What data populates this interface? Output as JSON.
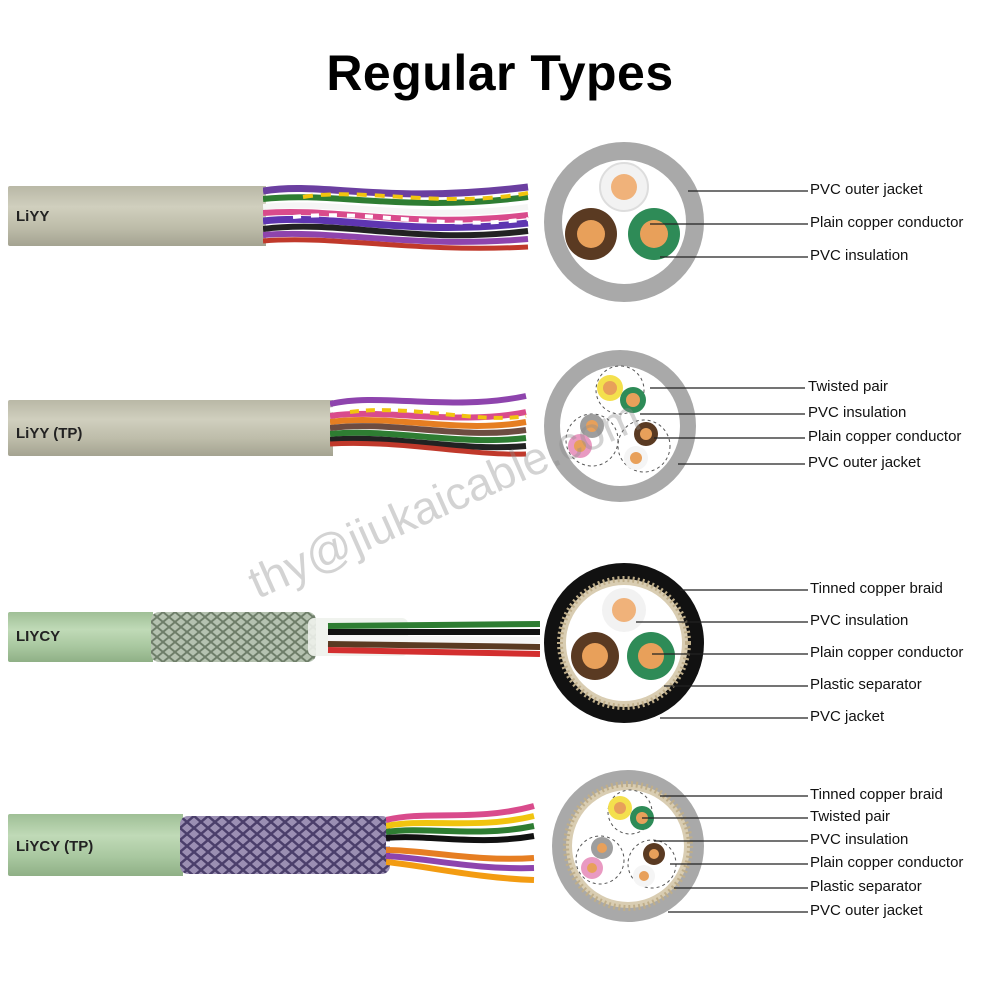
{
  "title": "Regular Types",
  "watermark": "thy@jiukaicable.com",
  "rows": [
    {
      "name": "LiYY",
      "labels": [
        "PVC outer jacket",
        "Plain copper conductor",
        "PVC insulation"
      ]
    },
    {
      "name": "LiYY (TP)",
      "labels": [
        "Twisted pair",
        "PVC insulation",
        "Plain copper conductor",
        "PVC outer jacket"
      ]
    },
    {
      "name": "LIYCY",
      "labels": [
        "Tinned copper braid",
        "PVC insulation",
        "Plain copper conductor",
        "Plastic separator",
        "PVC jacket"
      ]
    },
    {
      "name": "LiYCY (TP)",
      "labels": [
        "Tinned copper braid",
        "Twisted pair",
        "PVC insulation",
        "Plain copper conductor",
        "Plastic separator",
        "PVC outer jacket"
      ]
    }
  ],
  "colors": {
    "grey_jacket": "#bdbcaa",
    "green_jacket": "#a8c79f",
    "copper": "#e8a05a",
    "black_jacket": "#111111"
  }
}
